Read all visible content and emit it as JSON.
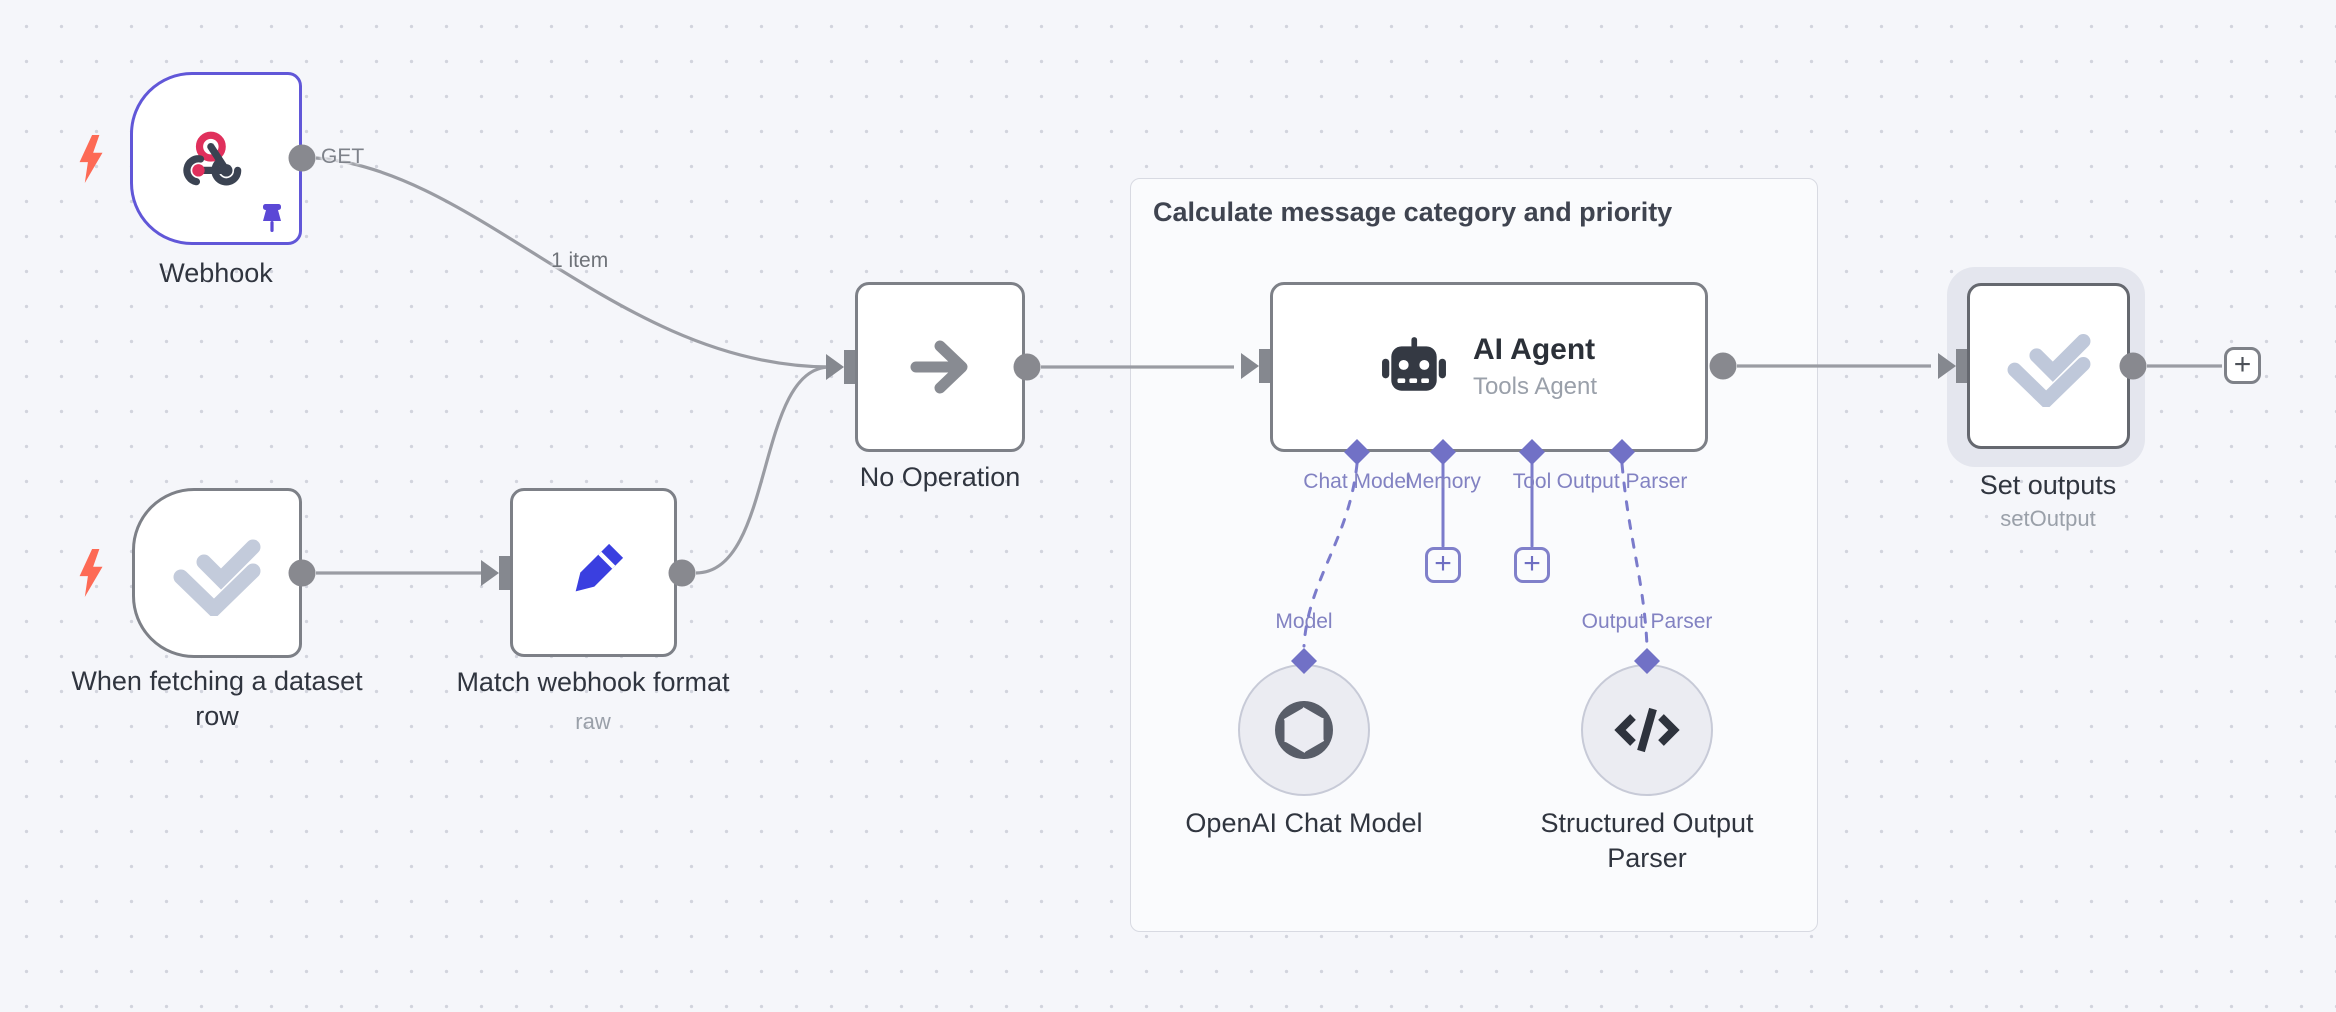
{
  "app": {
    "name": "workflow canvas"
  },
  "colors": {
    "canvas_bg": "#f5f6fa",
    "dot": "#d2d4dd",
    "edge_gray": "#9a9ca3",
    "node_border": "#7d8087",
    "pinned_purple_border": "#6157d8",
    "sub_connection_indigo": "#7b7bcb",
    "trigger_bolt_orange": "#fd6a55",
    "pencil_blue": "#3a3fe0",
    "webhook_pink": "#e0305c",
    "icon_dark": "#343943",
    "check_icon_gray": "#c3cbdb",
    "text_dark": "#32363f",
    "text_muted": "#9aa0a9",
    "group_bg": "#fafbfd",
    "group_border": "#d8dae2"
  },
  "group": {
    "title": "Calculate message category and priority"
  },
  "nodes": {
    "webhook": {
      "label": "Webhook",
      "port_label": "GET"
    },
    "dataset_trigger": {
      "label": "When fetching a dataset row"
    },
    "match_format": {
      "label": "Match webhook format",
      "subtitle": "raw"
    },
    "noop": {
      "label": "No Operation"
    },
    "ai_agent": {
      "title": "AI Agent",
      "subtitle": "Tools Agent",
      "inputs": [
        "Chat Model",
        "Memory",
        "Tool",
        "Output Parser"
      ]
    },
    "openai_model": {
      "label": "OpenAI Chat Model",
      "port_label": "Model"
    },
    "output_parser": {
      "label": "Structured Output Parser",
      "port_label": "Output Parser"
    },
    "set_outputs": {
      "label": "Set outputs",
      "subtitle": "setOutput"
    }
  },
  "edges": {
    "webhook_to_noop_items": "1 item"
  },
  "ui": {
    "plus": "+"
  }
}
